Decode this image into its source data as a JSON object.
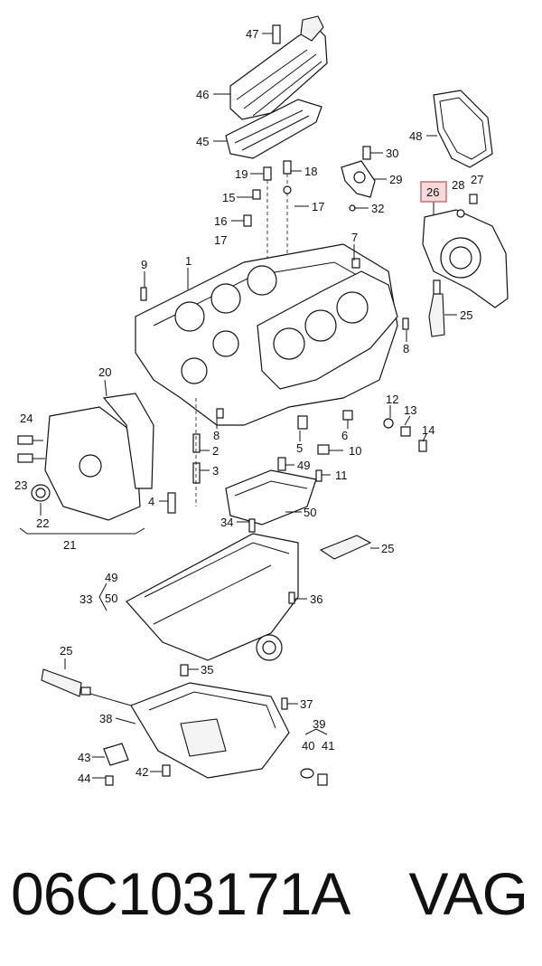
{
  "diagram": {
    "highlighted_label": "26",
    "labels": [
      "47",
      "46",
      "45",
      "48",
      "19",
      "18",
      "30",
      "15",
      "17",
      "29",
      "16",
      "28",
      "27",
      "32",
      "17",
      "7",
      "9",
      "1",
      "25",
      "8",
      "20",
      "8",
      "24",
      "2",
      "6",
      "12",
      "13",
      "14",
      "23",
      "5",
      "10",
      "3",
      "49",
      "11",
      "22",
      "4",
      "50",
      "21",
      "34",
      "25",
      "49",
      "33",
      "50",
      "36",
      "25",
      "35",
      "37",
      "38",
      "39",
      "40",
      "41",
      "43",
      "42",
      "44",
      "26"
    ]
  },
  "footer": {
    "part_number": "06C103171A",
    "brand": "VAG"
  },
  "colors": {
    "highlight_fill": "#f6d9db",
    "highlight_stroke": "#d06a72"
  }
}
